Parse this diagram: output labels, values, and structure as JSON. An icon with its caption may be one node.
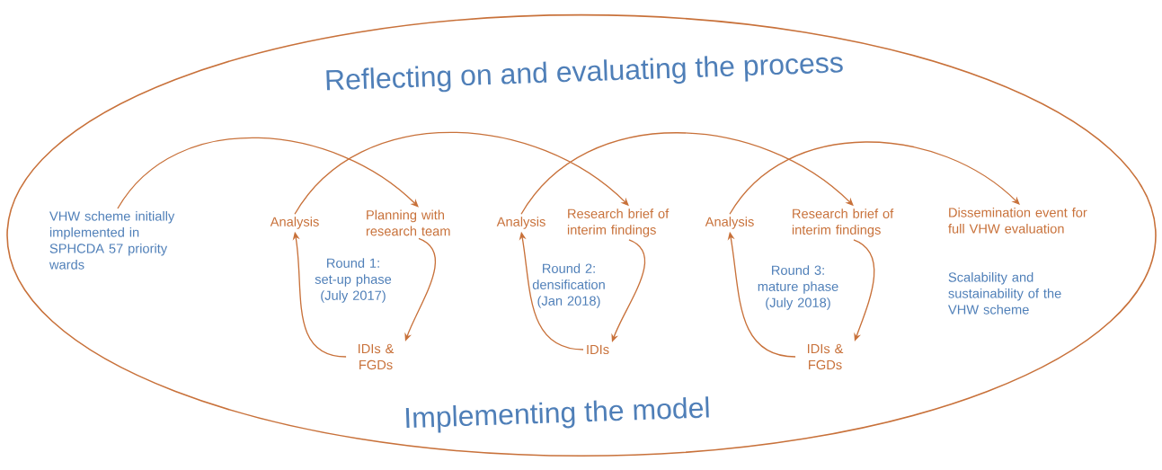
{
  "diagram": {
    "nodes": [
      {
        "text": [
          "Reflecting on and evaluating the process",
          "Implementing the model"
        ]
      },
      {
        "text": [
          "VHW scheme initially implemented in SPHCDA 57 priority wards"
        ],
        "in": 0
      },
      {
        "text": [
          "Analysis"
        ],
        "in": 0
      },
      {
        "text": [
          "Planning with research team"
        ],
        "in": 0
      },
      {
        "text": [
          "Round 1: set-up phase (July 2017)"
        ],
        "in": 0
      },
      {
        "text": [
          "IDIs & FGDs"
        ],
        "in": 0
      },
      {
        "text": [
          "Analysis"
        ],
        "in": 0
      },
      {
        "text": [
          "Research brief of interim findings"
        ],
        "in": 0
      },
      {
        "text": [
          "Round 2: densification (Jan 2018)"
        ],
        "in": 0
      },
      {
        "text": [
          "IDIs"
        ],
        "in": 0
      },
      {
        "text": [
          "Analysis"
        ],
        "in": 0
      },
      {
        "text": [
          "Research brief of interim findings"
        ],
        "in": 0
      },
      {
        "text": [
          "Round 3: mature phase (July 2018)"
        ],
        "in": 0
      },
      {
        "text": [
          "IDIs & FGDs"
        ],
        "in": 0
      },
      {
        "text": [
          "Dissemination event for full VHW evaluation"
        ],
        "in": 0
      }
    ],
    "edges": [
      {
        "from": 1,
        "to": 3,
        "arrow": "to"
      },
      {
        "from": 2,
        "to": 7,
        "arrow": "to"
      },
      {
        "from": 3,
        "to": 5,
        "arrow": "to"
      },
      {
        "from": 5,
        "to": 2,
        "arrow": "to"
      },
      {
        "from": 6,
        "to": 11,
        "arrow": "to"
      },
      {
        "from": 7,
        "to": 9,
        "arrow": "to"
      },
      {
        "from": 9,
        "to": 6,
        "arrow": "to"
      },
      {
        "from": 10,
        "to": 14,
        "arrow": "to"
      },
      {
        "from": 11,
        "to": 13,
        "arrow": "to"
      },
      {
        "from": 13,
        "to": 10,
        "arrow": "to"
      }
    ],
    "labels": [
      "Scalability and sustainability of the VHW scheme"
    ]
  }
}
